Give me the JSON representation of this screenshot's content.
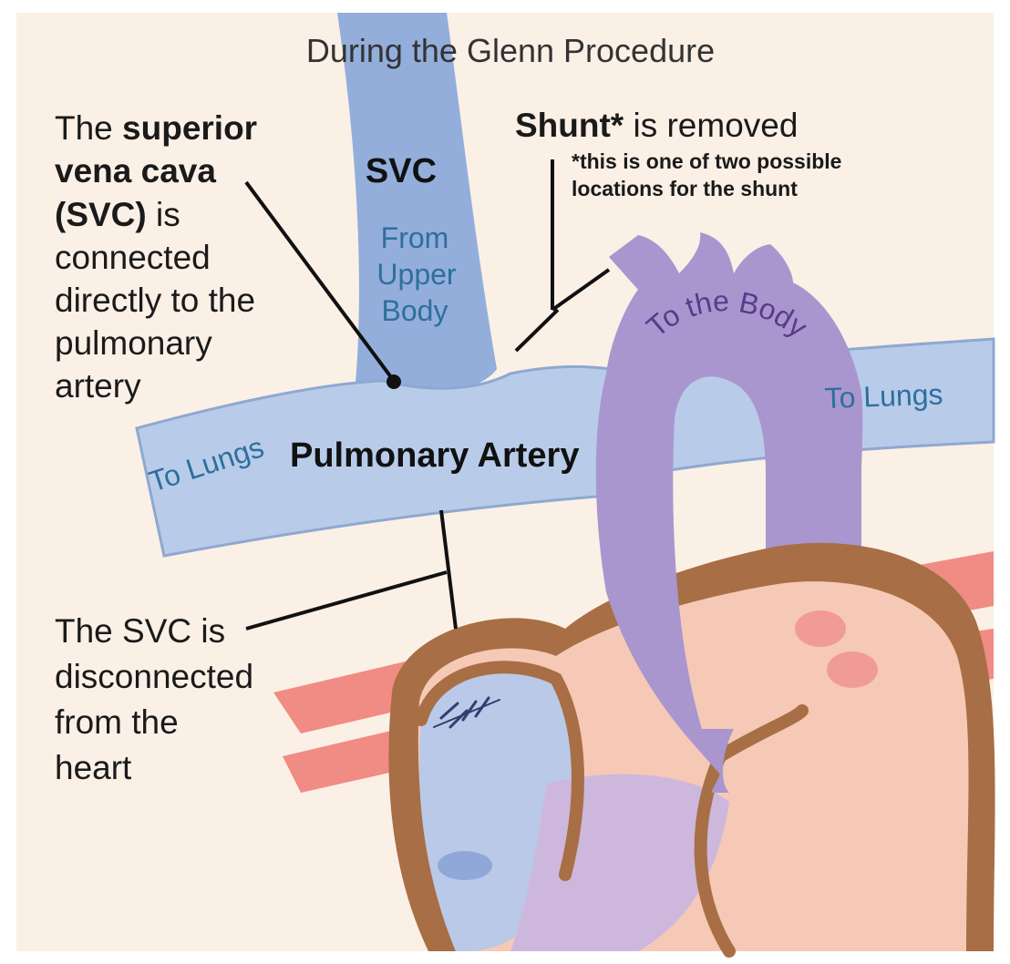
{
  "title": "During the Glenn Procedure",
  "left_callout": {
    "line1_plain": "The ",
    "line1_bold": "superior",
    "line2_bold": "vena cava",
    "line3_bold": "(SVC)",
    "line3_plain": " is",
    "line4": "connected",
    "line5": "directly to the",
    "line6": "pulmonary",
    "line7": "artery"
  },
  "svc_label": "SVC",
  "svc_sub": [
    "From",
    "Upper",
    "Body"
  ],
  "shunt": {
    "bold": "Shunt*",
    "plain": " is removed",
    "note_line1": "*this is one of two possible",
    "note_line2": "locations for the shunt"
  },
  "to_the_body": "To the Body",
  "to_lungs_right": "To Lungs",
  "to_lungs_left": "To Lungs",
  "pulmonary_artery": "Pulmonary Artery",
  "bottom_callout": [
    "The SVC is",
    "disconnected",
    "from the",
    "heart"
  ],
  "colors": {
    "background": "#fbf0e6",
    "svc_blue": "#93aedb",
    "pa_light_blue": "#b8ccea",
    "aorta_purple": "#a996cf",
    "heart_brown": "#a86e45",
    "heart_pink": "#f6c9b6",
    "red_vessel": "#f08c84"
  }
}
